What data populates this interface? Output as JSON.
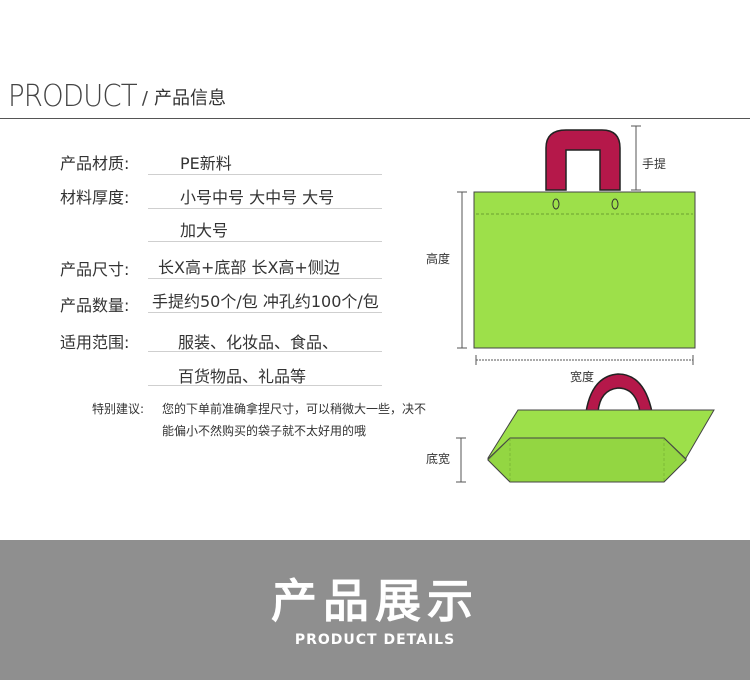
{
  "header": {
    "title_en": "PRODUCT",
    "separator": "/",
    "title_cn": "产品信息"
  },
  "specs": [
    {
      "label": "产品材质:",
      "value": "PE新料"
    },
    {
      "label": "材料厚度:",
      "value": "小号中号 大中号 大号",
      "value2": "加大号"
    },
    {
      "label": "产品尺寸:",
      "value": "长X高+底部 长X高+侧边"
    },
    {
      "label": "产品数量:",
      "value": "手提约50个/包 冲孔约100个/包"
    },
    {
      "label": "适用范围:",
      "value": "服装、化妆品、食品、",
      "value2": "百货物品、礼品等"
    }
  ],
  "tip": {
    "label": "特别建议:",
    "line1": "您的下单前准确拿捏尺寸，可以稍微大一些，决不",
    "line2": "能偏小不然购买的袋子就不太好用的哦"
  },
  "diagram": {
    "handle_label": "手提",
    "height_label": "高度",
    "width_label": "宽度",
    "bottom_label": "底宽",
    "bag_color": "#9de04a",
    "handle_color": "#b5184a"
  },
  "banner": {
    "title_cn": "产品展示",
    "title_en": "PRODUCT DETAILS",
    "bg_color": "#8f8f8f"
  }
}
